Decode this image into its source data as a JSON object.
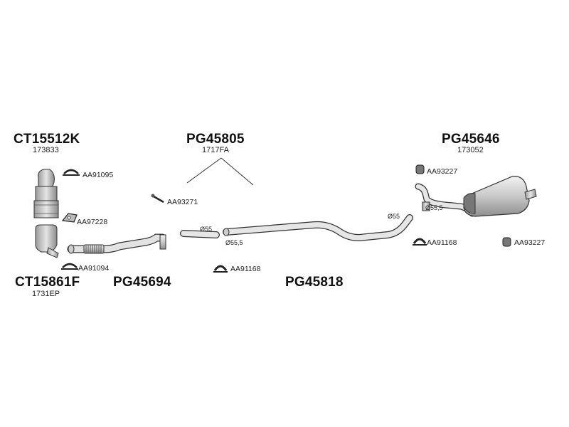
{
  "parts": {
    "catalyst_upper": {
      "code": "CT15512K",
      "ref": "173833"
    },
    "catalyst_lower": {
      "code": "CT15861F",
      "ref": "1731EP"
    },
    "front_pipe": {
      "code": "PG45694"
    },
    "kit": {
      "code": "PG45805",
      "ref": "1717FA"
    },
    "middle_pipe": {
      "code": "PG45818"
    },
    "rear_silencer": {
      "code": "PG45646",
      "ref": "173052"
    }
  },
  "accessories": {
    "aa91095": "AA91095",
    "aa97228": "AA97228",
    "aa91094": "AA91094",
    "aa93271": "AA93271",
    "aa91168_mid": "AA91168",
    "aa93227_top": "AA93227",
    "aa91168_right": "AA91168",
    "aa93227_right": "AA93227"
  },
  "diameters": {
    "front_end": "Ø55",
    "mid_start": "Ø55,5",
    "mid_end": "Ø55",
    "rear_start": "Ø55,5"
  }
}
